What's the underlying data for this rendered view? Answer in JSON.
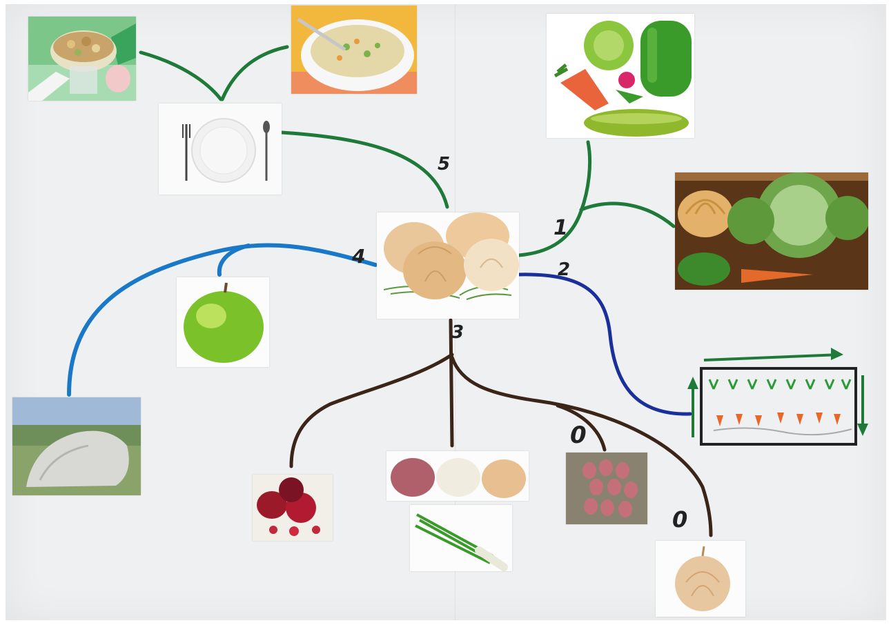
{
  "branch_labels": {
    "b1": "1",
    "b2": "2",
    "b3": "3",
    "b4": "4",
    "b5": "5",
    "zero_a": "0",
    "zero_b": "0"
  },
  "colors": {
    "green_branch": "#1f7a3a",
    "blue_branch": "#1a78c8",
    "navy_branch": "#1b2f9a",
    "brown_branch": "#3b2418",
    "board": "#eef0f1"
  },
  "pictures": {
    "center": "onion-bulbs",
    "salad": "salad-bowl",
    "soup": "soup-bowl",
    "plate": "plate-with-cutlery",
    "vegetables": "vegetables-assortment",
    "garden": "garden-vegetables-in-soil",
    "garden_bed": "drawn-garden-bed",
    "apple": "green-apple",
    "rock": "rock-boulder",
    "red_onions": "red-onions",
    "onion_varieties": "onion-varieties",
    "green_onion": "green-onion",
    "shallots": "shallots",
    "single_onion": "single-onion"
  }
}
